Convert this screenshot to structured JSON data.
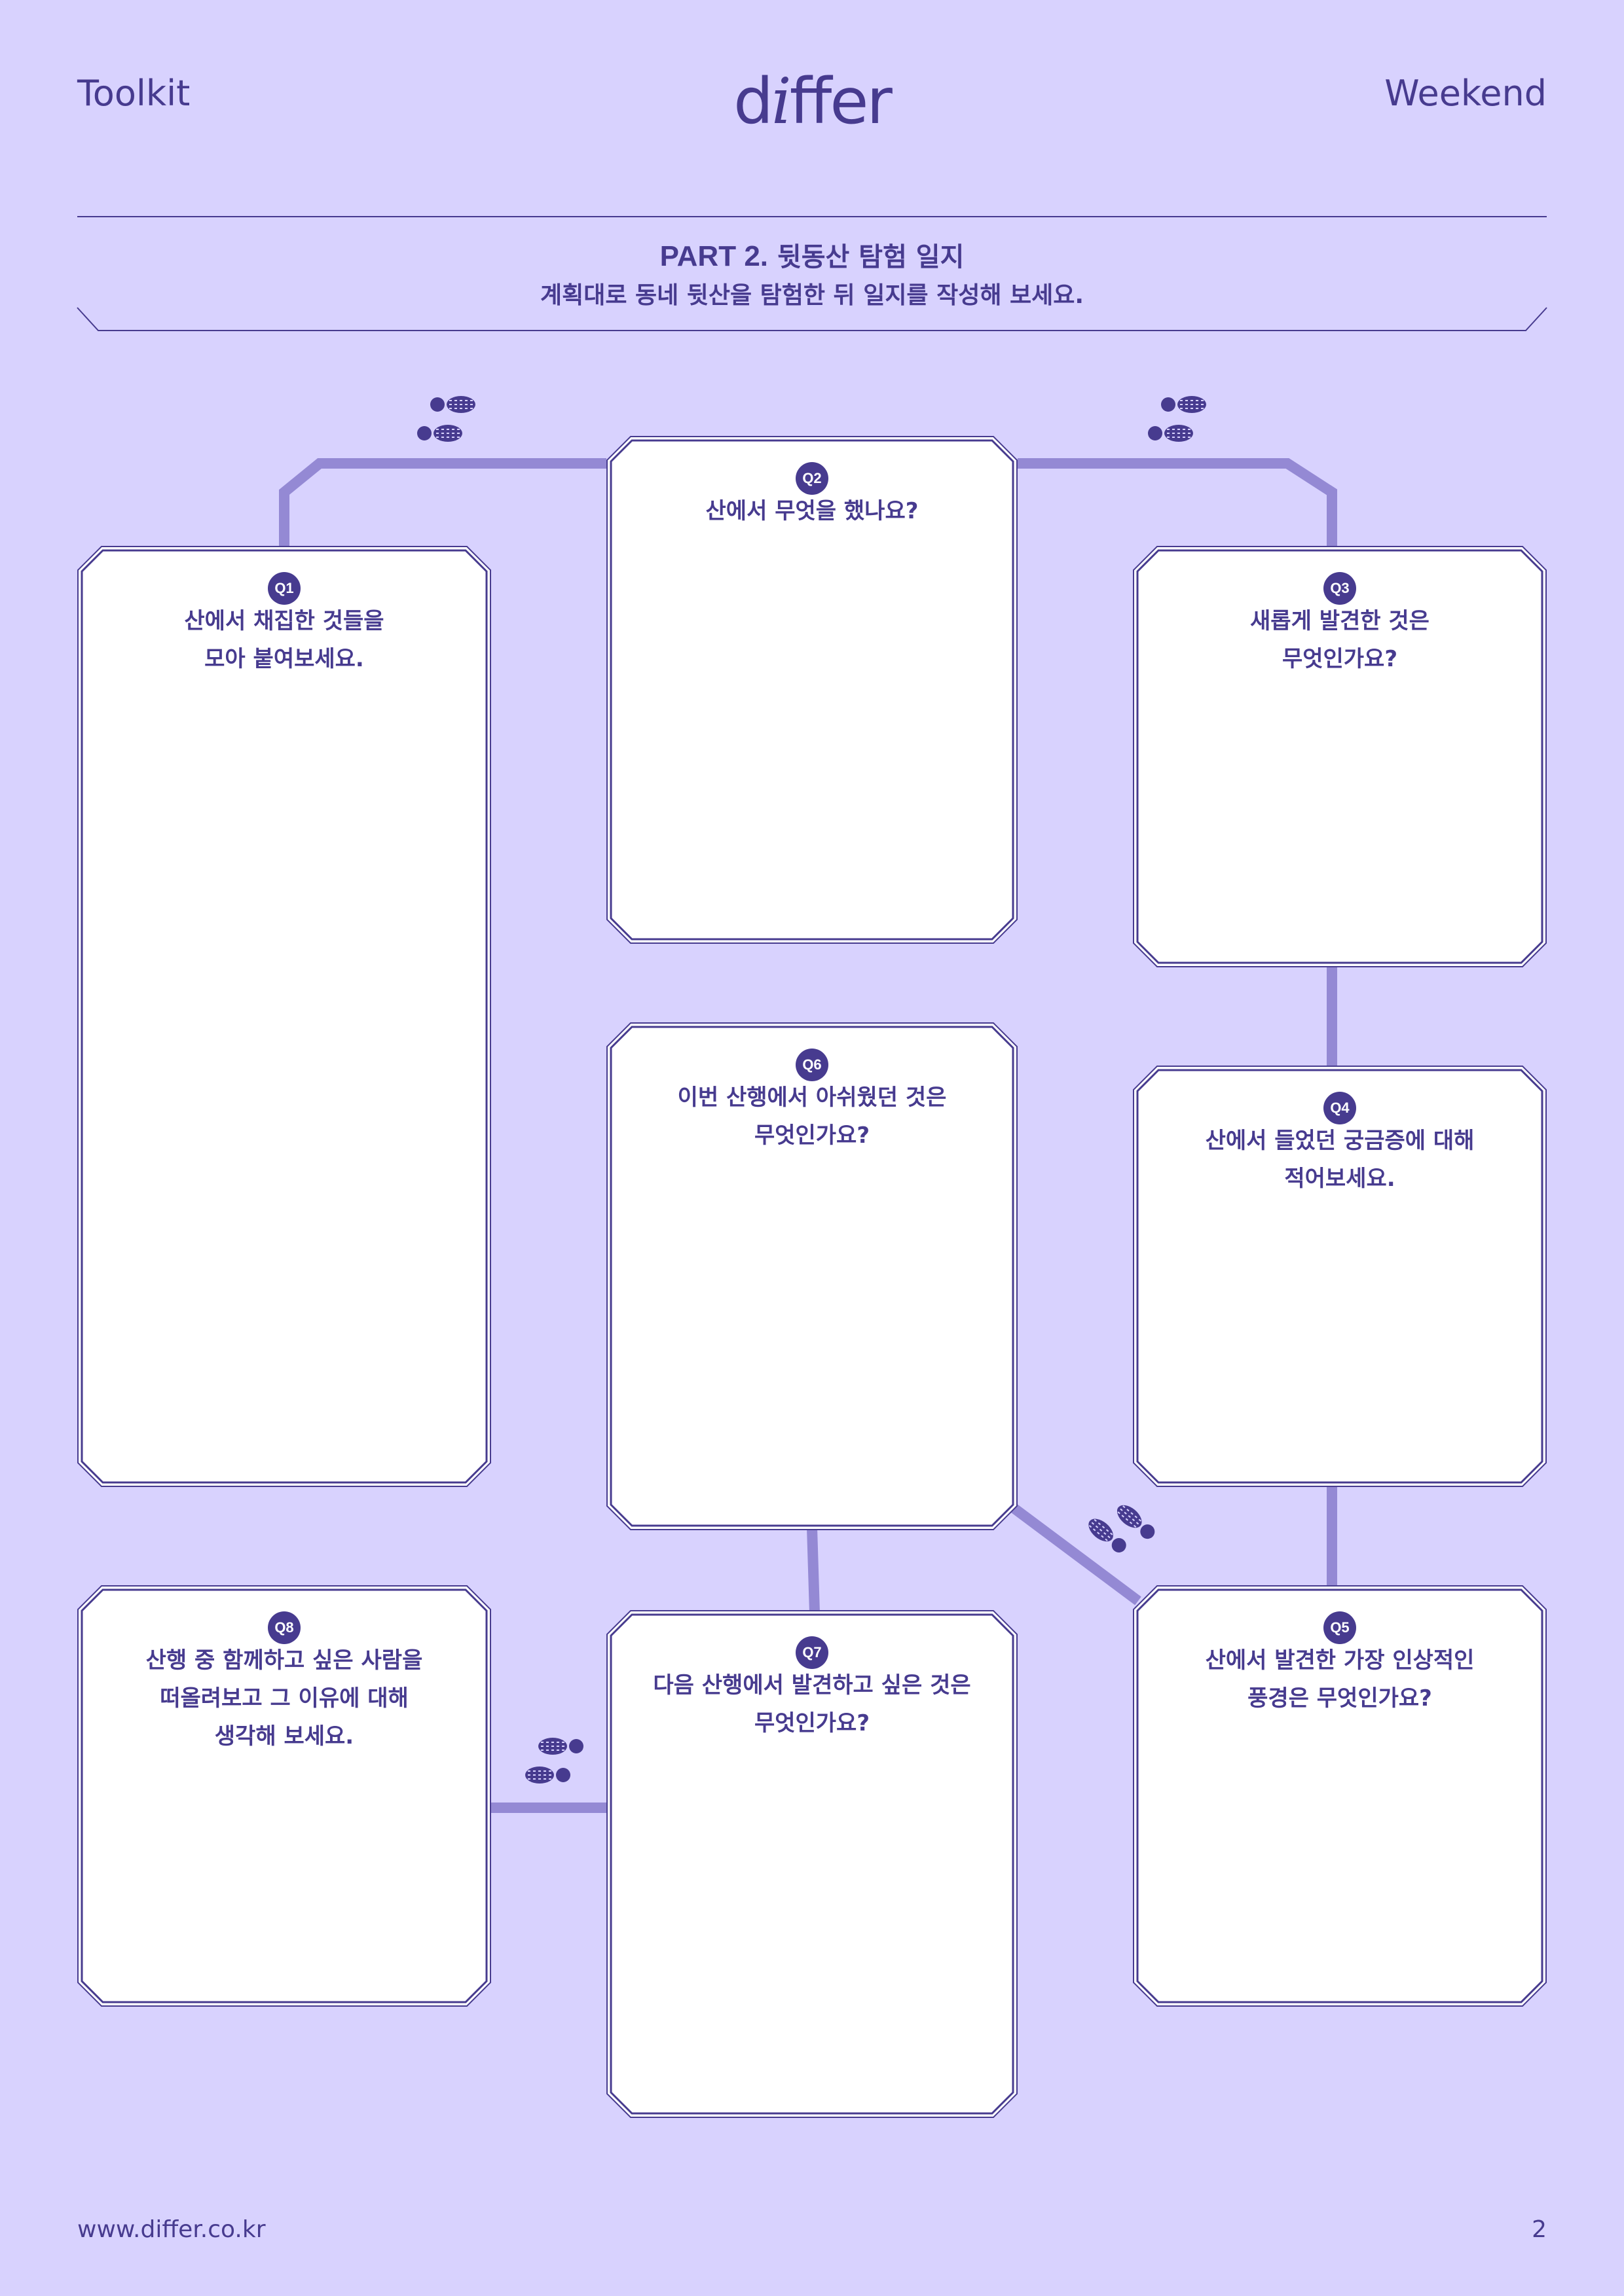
{
  "header": {
    "left": "Toolkit",
    "logo_pre": "d",
    "logo_i": "i",
    "logo_post": "ffer",
    "right": "Weekend"
  },
  "title": {
    "part_label": "PART 2.",
    "part_title": "뒷동산 탐험 일지",
    "instruction": "계획대로 동네 뒷산을 탐험한 뒤 일지를 작성해 보세요."
  },
  "questions": [
    {
      "badge": "Q1",
      "text": "산에서 채집한 것들을\n모아 붙여보세요."
    },
    {
      "badge": "Q2",
      "text": "산에서 무엇을 했나요?"
    },
    {
      "badge": "Q3",
      "text": "새롭게 발견한 것은\n무엇인가요?"
    },
    {
      "badge": "Q4",
      "text": "산에서 들었던 궁금증에 대해\n적어보세요."
    },
    {
      "badge": "Q5",
      "text": "산에서 발견한 가장 인상적인\n풍경은 무엇인가요?"
    },
    {
      "badge": "Q6",
      "text": "이번 산행에서 아쉬웠던 것은\n무엇인가요?"
    },
    {
      "badge": "Q7",
      "text": "다음 산행에서 발견하고 싶은 것은\n무엇인가요?"
    },
    {
      "badge": "Q8",
      "text": "산행 중 함께하고 싶은 사람을\n떠올려보고 그 이유에 대해\n생각해 보세요."
    }
  ],
  "footer": {
    "url": "www.differ.co.kr",
    "page": "2"
  },
  "colors": {
    "background": "#d8d2fe",
    "ink": "#473b8f",
    "path": "#9489d4",
    "card": "#ffffff"
  },
  "icons": [
    "footprints-icon"
  ]
}
